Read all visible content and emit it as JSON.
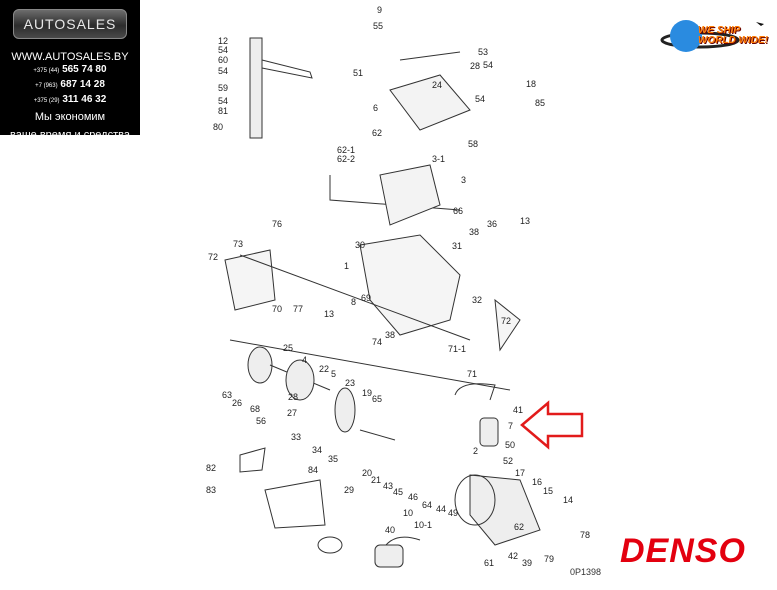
{
  "ad": {
    "brand": "AUTOSALES",
    "site": "WWW.AUTOSALES.BY",
    "phones": [
      {
        "prefix": "+375 (44)",
        "number": "565 74 80"
      },
      {
        "prefix": "+7 (963)",
        "number": "687 14 28"
      },
      {
        "prefix": "+375 (29)",
        "number": "311 46 32"
      }
    ],
    "slogan1": "Мы экономим",
    "slogan2": "ваше время и средства"
  },
  "shipping_badge": {
    "line1": "WE SHIP",
    "line2": "WORLD WIDE!"
  },
  "diagram_code": "0P1398",
  "brand_logo": "DENSO",
  "highlighted_part": "7",
  "part_labels": [
    "12",
    "54",
    "60",
    "54",
    "59",
    "54",
    "81",
    "80",
    "9",
    "55",
    "51",
    "6",
    "53",
    "28",
    "54",
    "24",
    "54",
    "18",
    "85",
    "62",
    "62-1",
    "62-2",
    "58",
    "3-1",
    "3",
    "66",
    "76",
    "73",
    "30",
    "31",
    "36",
    "38",
    "13",
    "72",
    "1",
    "69",
    "8",
    "70",
    "77",
    "13",
    "32",
    "38",
    "74",
    "72",
    "71-1",
    "71",
    "25",
    "4",
    "22",
    "5",
    "23",
    "19",
    "65",
    "63",
    "26",
    "68",
    "28",
    "27",
    "56",
    "41",
    "7",
    "50",
    "2",
    "52",
    "33",
    "34",
    "35",
    "82",
    "84",
    "17",
    "16",
    "15",
    "14",
    "20",
    "21",
    "43",
    "45",
    "46",
    "64",
    "44",
    "49",
    "83",
    "29",
    "10",
    "10-1",
    "40",
    "62",
    "42",
    "39",
    "61",
    "78",
    "79"
  ]
}
